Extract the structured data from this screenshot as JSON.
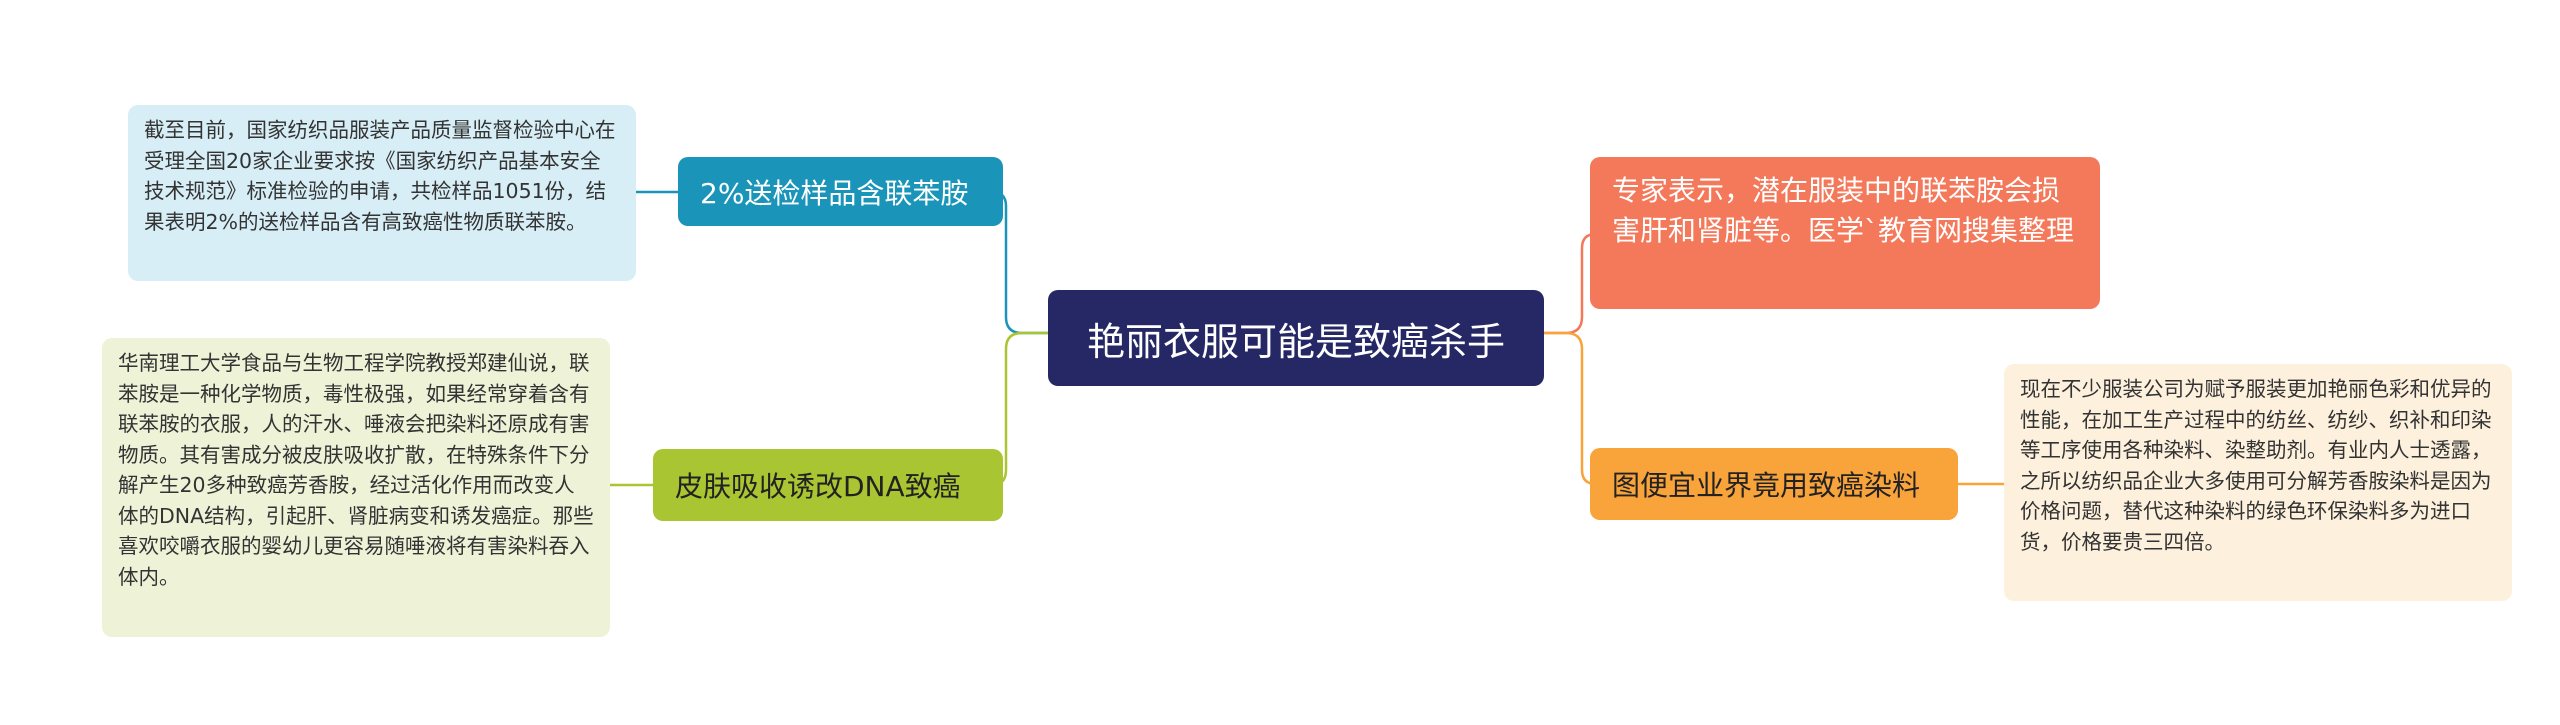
{
  "center": {
    "label": "艳丽衣服可能是致癌杀手"
  },
  "branches": [
    {
      "label": "2%送检样品含联苯胺",
      "color": "#1a95b9"
    },
    {
      "label": "皮肤吸收诱改DNA致癌",
      "color": "#a9c531"
    },
    {
      "label": "专家表示，潜在服装中的联苯胺会损害肝和肾脏等。医学`教育网搜集整理",
      "color": "#f4785a"
    },
    {
      "label": "图便宜业界竟用致癌染料",
      "color": "#f9a33b"
    }
  ],
  "leaves": [
    {
      "text": "截至目前，国家纺织品服装产品质量监督检验中心在受理全国20家企业要求按《国家纺织产品基本安全技术规范》标准检验的申请，共检样品1051份，结果表明2%的送检样品含有高致癌性物质联苯胺。"
    },
    {
      "text": "华南理工大学食品与生物工程学院教授郑建仙说，联苯胺是一种化学物质，毒性极强，如果经常穿着含有联苯胺的衣服，人的汗水、唾液会把染料还原成有害物质。其有害成分被皮肤吸收扩散，在特殊条件下分解产生20多种致癌芳香胺，经过活化作用而改变人体的DNA结构，引起肝、肾脏病变和诱发癌症。那些喜欢咬嚼衣服的婴幼儿更容易随唾液将有害染料吞入体内。"
    },
    {
      "text": "现在不少服装公司为赋予服装更加艳丽色彩和优异的性能，在加工生产过程中的纺丝、纺纱、织补和印染等工序使用各种染料、染整助剂。有业内人士透露，之所以纺织品企业大多使用可分解芳香胺染料是因为价格问题，替代这种染料的绿色环保染料多为进口货，价格要贵三四倍。"
    }
  ]
}
